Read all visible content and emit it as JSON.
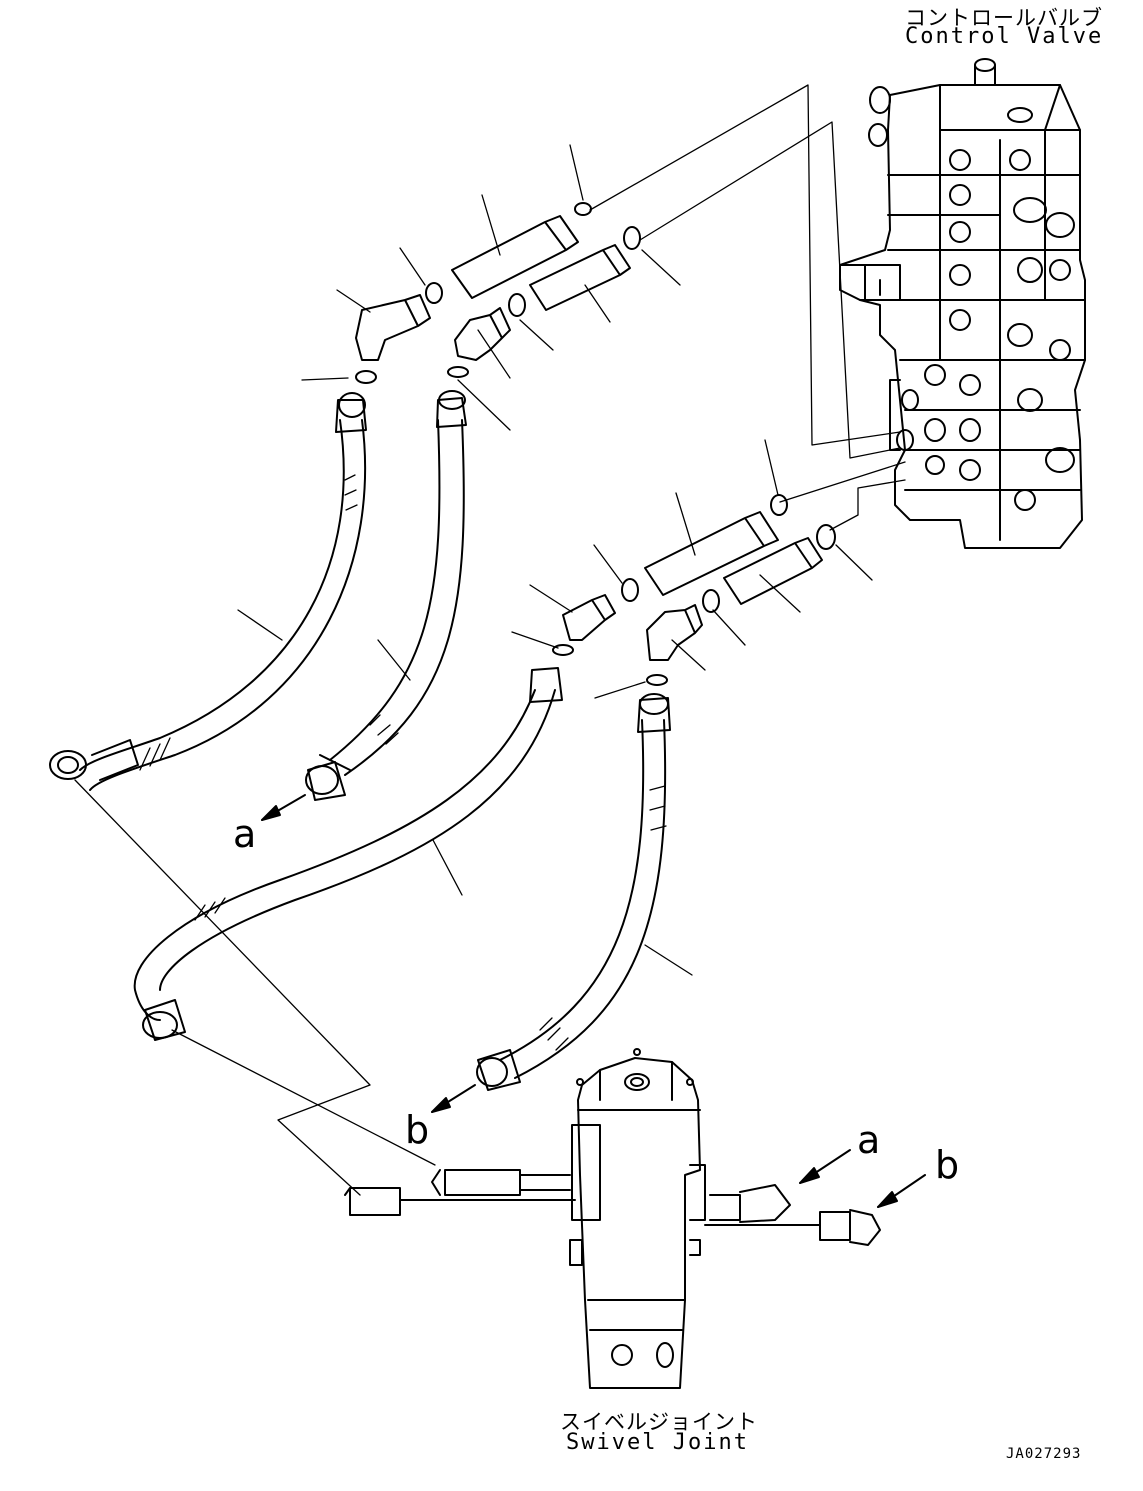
{
  "labels": {
    "control_valve_jp": "コントロールバルブ",
    "control_valve_en": "Control Valve",
    "swivel_joint_jp": "スイベルジョイント",
    "swivel_joint_en": "Swivel Joint",
    "drawing_code": "JA027293"
  },
  "connection_refs": {
    "a_hose_end": "a",
    "a_swivel_port": "a",
    "b_hose_end": "b",
    "b_swivel_port": "b"
  },
  "colors": {
    "line": "#000000",
    "background": "#ffffff"
  }
}
